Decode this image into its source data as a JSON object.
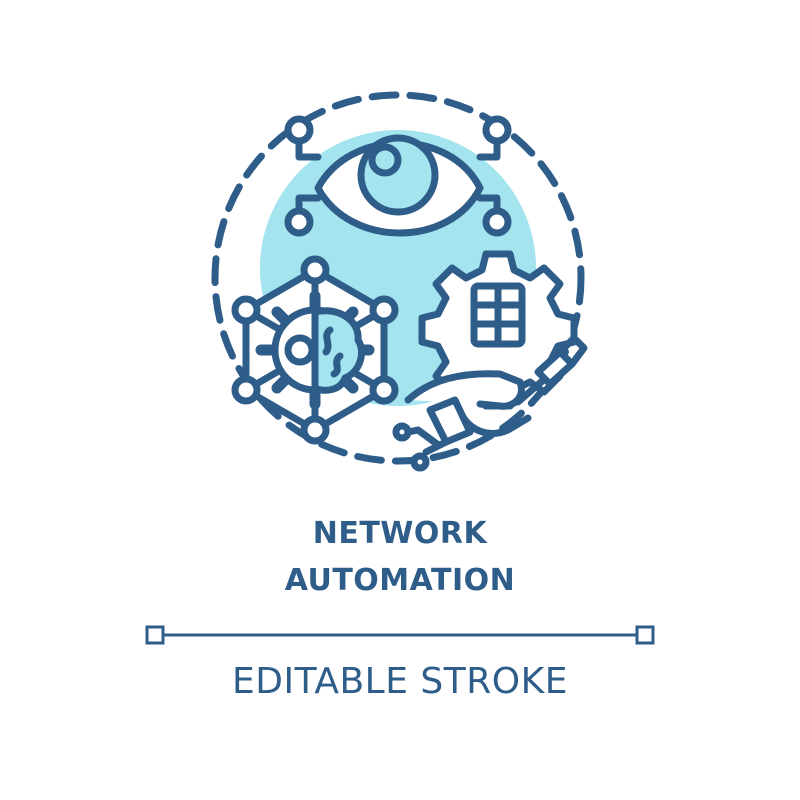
{
  "title": {
    "line1": "NETWORK",
    "line2": "AUTOMATION"
  },
  "subtitle": "EDITABLE STROKE",
  "colors": {
    "stroke": "#2F5D8A",
    "fill_accent": "#A3E4EF",
    "background": "#FFFFFF"
  },
  "icons": [
    "eye-icon",
    "ai-brain-gear-network-icon",
    "server-gear-icon",
    "robotic-hand-icon"
  ]
}
